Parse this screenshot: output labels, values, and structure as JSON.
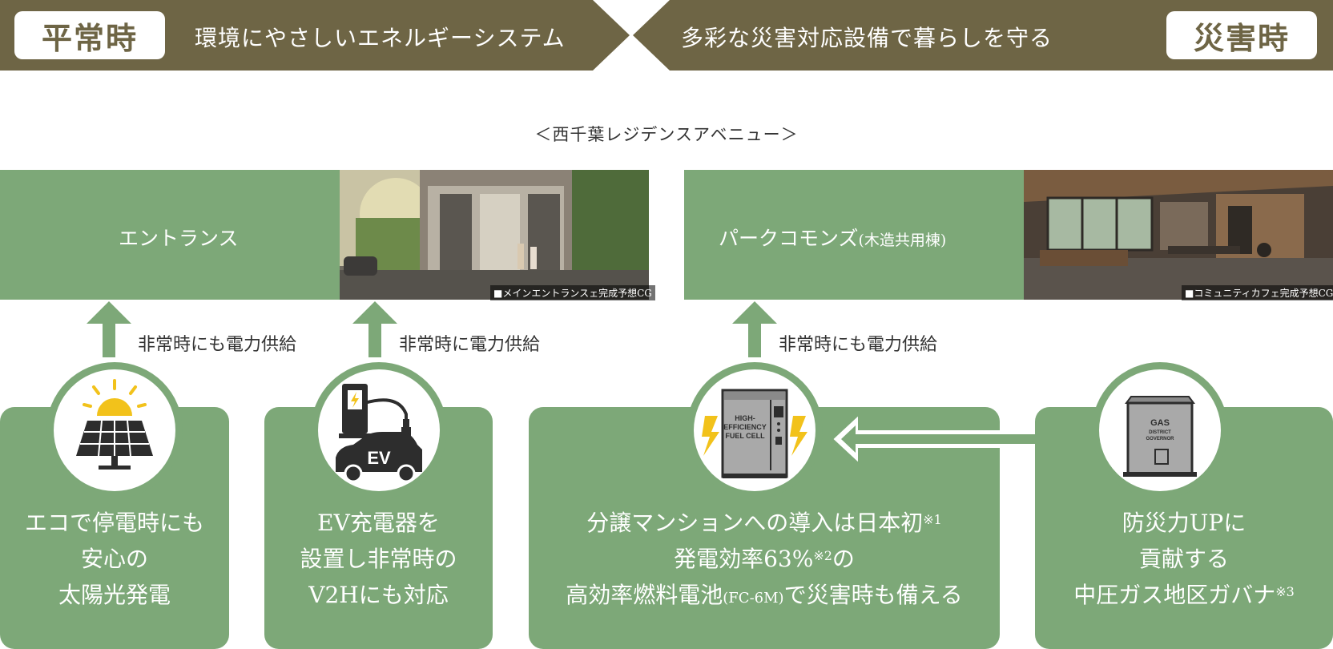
{
  "banner": {
    "left_badge": "平常時",
    "left_text": "環境にやさしいエネルギーシステム",
    "right_text": "多彩な災害対応設備で暮らしを守る",
    "right_badge": "災害時",
    "bg_color": "#6e6545"
  },
  "subtitle": "＜西千葉レジデンスアベニュー＞",
  "cards": {
    "entrance": {
      "label": "エントランス",
      "caption": "■メインエントランスェ完成予想CG"
    },
    "park": {
      "label": "パークコモンズ",
      "label_small": "(木造共用棟)",
      "caption": "■コミュニティカフェ完成予想CG"
    }
  },
  "arrows": {
    "solar": "非常時にも電力供給",
    "ev": "非常時に電力供給",
    "fuelcell": "非常時にも電力供給"
  },
  "boxes": {
    "solar": {
      "line1": "エコで停電時にも",
      "line2": "安心の",
      "line3": "太陽光発電"
    },
    "ev": {
      "line1": "EV充電器を",
      "line2": "設置し非常時の",
      "line3": "V2Hにも対応",
      "icon_text": "EV"
    },
    "fuelcell": {
      "line1": "分譲マンションへの導入は日本初",
      "line1_note": "※1",
      "line2": "発電効率63%",
      "line2_note": "※2",
      "line2_tail": "の",
      "line3_a": "高効率燃料電池",
      "line3_small": "(FC-6M)",
      "line3_b": "で災害時も備える",
      "icon_text": [
        "HIGH-",
        "EFFICIENCY",
        "FUEL CELL"
      ]
    },
    "gas": {
      "line1": "防災力UPに",
      "line2": "貢献する",
      "line3": "中圧ガス地区ガバナ",
      "line3_note": "※3",
      "icon_text": [
        "GAS",
        "DISTRICT",
        "GOVERNOR"
      ]
    }
  },
  "colors": {
    "green": "#7da878",
    "olive": "#6e6545",
    "accent_yellow": "#f2c21b"
  }
}
